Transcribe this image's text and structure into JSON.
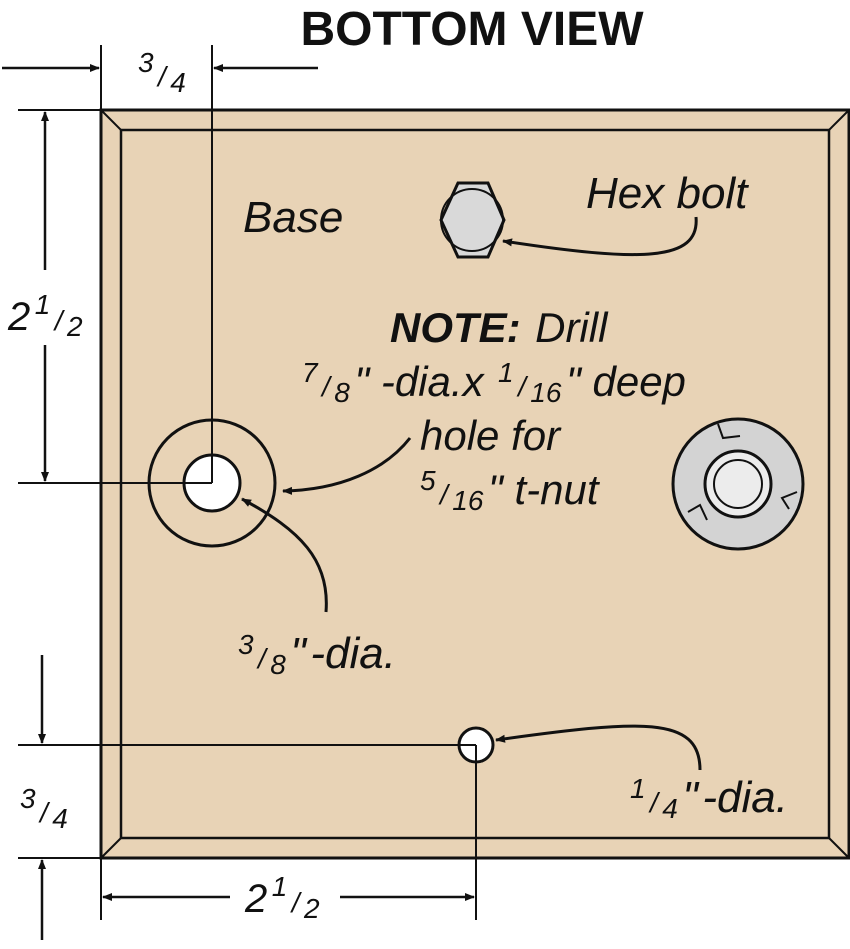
{
  "title": "BOTTOM VIEW",
  "labels": {
    "base": "Base",
    "hex_bolt": "Hex bolt",
    "hole_small_dia": "-dia.",
    "hole_bottom_dia": "-dia."
  },
  "note": {
    "heading": "NOTE:",
    "line1_rest": "Drill",
    "line2_mid": "\" -dia.x",
    "line2_end": "\" deep",
    "line3": "hole for",
    "line4_end": "\" t-nut"
  },
  "fractions": {
    "three_quarters": {
      "num": "3",
      "den": "4"
    },
    "one_half": {
      "num": "1",
      "den": "2"
    },
    "seven_eighths": {
      "num": "7",
      "den": "8"
    },
    "one_sixteenth": {
      "num": "1",
      "den": "16"
    },
    "five_sixteenths": {
      "num": "5",
      "den": "16"
    },
    "three_eighths": {
      "num": "3",
      "den": "8"
    },
    "one_quarter": {
      "num": "1",
      "den": "4"
    }
  },
  "dimensions": {
    "top_offset_whole": "",
    "left_height_whole": "2",
    "bottom_offset_whole": "",
    "bottom_width_whole": "2",
    "inch_mark": "\""
  },
  "colors": {
    "base_fill": "#e8d3b6",
    "line": "#111111",
    "hole_fill": "#ffffff",
    "tnut_fill": "#d3d3d3",
    "bolt_fill": "#d9d9d9"
  }
}
